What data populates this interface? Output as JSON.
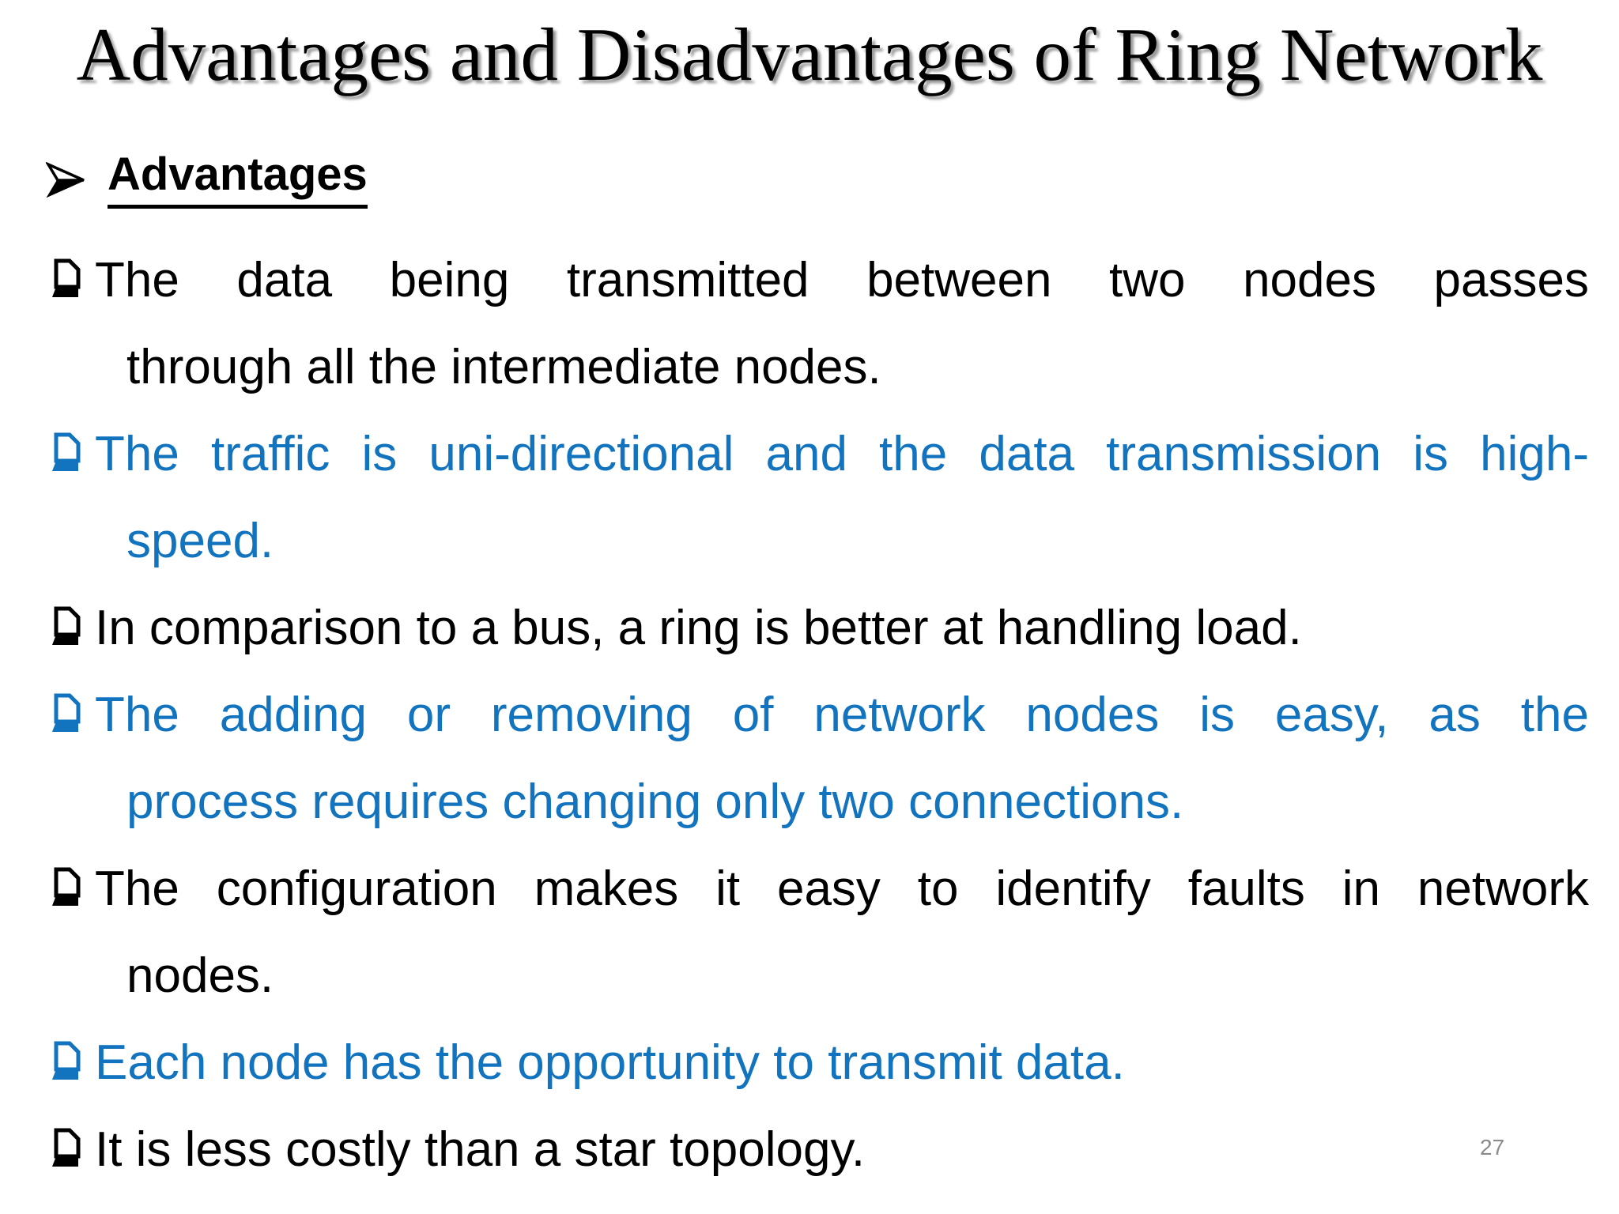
{
  "slide": {
    "title": "Advantages and Disadvantages of Ring Network",
    "section_heading": "Advantages",
    "page_number": "27",
    "colors": {
      "emphasis_blue": "#1273BE",
      "body_black": "#000000",
      "page_number_gray": "#8a8a8a"
    },
    "bullets": [
      {
        "color": "black",
        "lines": [
          {
            "text": "The data being transmitted between two nodes passes",
            "justify": true
          },
          {
            "text": "through all the intermediate nodes.",
            "justify": false
          }
        ]
      },
      {
        "color": "blue",
        "lines": [
          {
            "text": "The traffic is uni-directional and the data transmission is high-",
            "justify": true
          },
          {
            "text": "speed.",
            "justify": false
          }
        ]
      },
      {
        "color": "black",
        "lines": [
          {
            "text": "In comparison to a bus, a ring is better at handling load.",
            "justify": false
          }
        ]
      },
      {
        "color": "blue",
        "lines": [
          {
            "text": "The adding or removing of network nodes is easy, as the",
            "justify": true
          },
          {
            "text": "process requires changing only two connections.",
            "justify": false
          }
        ]
      },
      {
        "color": "black",
        "lines": [
          {
            "text": "The configuration makes it easy to identify faults in network",
            "justify": true
          },
          {
            "text": "nodes.",
            "justify": false
          }
        ]
      },
      {
        "color": "blue",
        "lines": [
          {
            "text": "Each node has the opportunity to transmit data.",
            "justify": false
          }
        ]
      },
      {
        "color": "black",
        "lines": [
          {
            "text": "It is less costly than a star topology.",
            "justify": false
          }
        ]
      }
    ]
  }
}
